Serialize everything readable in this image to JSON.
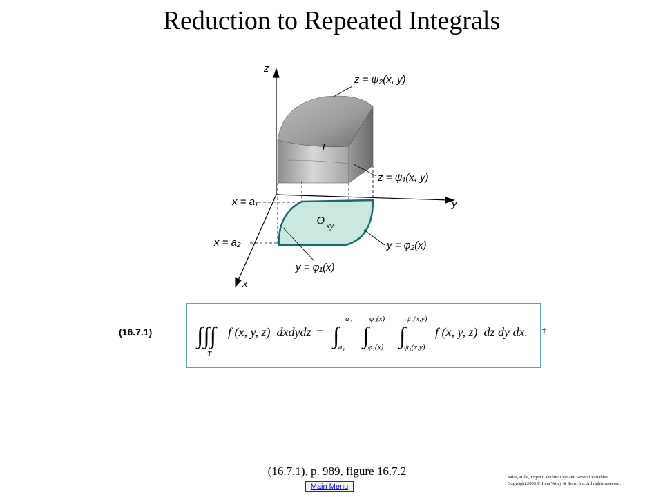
{
  "title": "Reduction to Repeated Integrals",
  "figure": {
    "axis_z": "z",
    "axis_y": "y",
    "axis_x": "x",
    "psi2_label": "z = ψ₂(x, y)",
    "psi1_label": "z = ψ₁(x, y)",
    "region_T": "T",
    "omega": "Ω",
    "omega_sub": "xy",
    "a1_label": "x = a₁",
    "a2_label": "x = a₂",
    "phi2_label": "y = φ₂(x)",
    "phi1_label": "y = φ₁(x)",
    "colors": {
      "region_fill": "#c9e8e0",
      "region_stroke": "#1a6b6b",
      "solid_dark": "#7a7a7a",
      "solid_light": "#c8c8c8"
    }
  },
  "equation": {
    "number": "(16.7.1)",
    "lhs_integrand": "f (x, y, z)  dxdydz",
    "lhs_domain": "T",
    "eq": "=",
    "outer_lower": "a₁",
    "outer_upper": "a₂",
    "middle_lower": "φ₁(x)",
    "middle_upper": "φ₂(x)",
    "inner_lower": "ψ₁(x,y)",
    "inner_upper": "ψ₂(x,y)",
    "rhs_integrand": "f (x, y, z)  dz dy dx.",
    "dagger": "†"
  },
  "caption": "(16.7.1), p. 989, figure 16.7.2",
  "main_menu": "Main Menu",
  "copyright_line1": "Salas, Hille, Etgen Calculus: One and Several Variables",
  "copyright_line2": "Copyright 2003 © John Wiley & Sons, Inc.  All rights reserved."
}
